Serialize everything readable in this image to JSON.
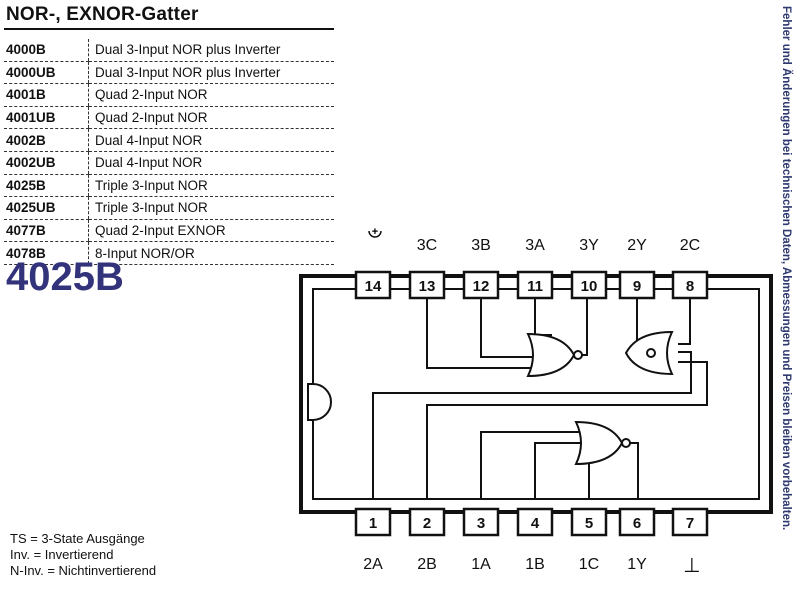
{
  "header": {
    "title": "NOR-, EXNOR-Gatter"
  },
  "table": {
    "rows": [
      {
        "code": "4000B",
        "desc": "Dual 3-Input NOR plus Inverter"
      },
      {
        "code": "4000UB",
        "desc": "Dual 3-Input NOR plus Inverter"
      },
      {
        "code": "4001B",
        "desc": "Quad 2-Input NOR"
      },
      {
        "code": "4001UB",
        "desc": "Quad 2-Input NOR"
      },
      {
        "code": "4002B",
        "desc": "Dual 4-Input NOR"
      },
      {
        "code": "4002UB",
        "desc": "Dual 4-Input NOR"
      },
      {
        "code": "4025B",
        "desc": "Triple 3-Input NOR"
      },
      {
        "code": "4025UB",
        "desc": "Triple 3-Input NOR"
      },
      {
        "code": "4077B",
        "desc": "Quad 2-Input EXNOR"
      },
      {
        "code": "4078B",
        "desc": "8-Input NOR/OR"
      }
    ]
  },
  "part_title": "4025B",
  "side_note": "Fehler und Änderungen bei technischen Daten, Abmessungen und Preisen bleiben vorbehalten.",
  "legend": [
    "TS = 3-State Ausgänge",
    "Inv. = Invertierend",
    "N-Inv. =  Nichtinvertierend"
  ],
  "ic": {
    "supply_symbol": "+",
    "ground_symbol": "⊥",
    "top_pins": [
      {
        "num": "14",
        "label": ""
      },
      {
        "num": "13",
        "label": "3C"
      },
      {
        "num": "12",
        "label": "3B"
      },
      {
        "num": "11",
        "label": "3A"
      },
      {
        "num": "10",
        "label": "3Y"
      },
      {
        "num": "9",
        "label": "2Y"
      },
      {
        "num": "8",
        "label": "2C"
      }
    ],
    "bottom_pins": [
      {
        "num": "1",
        "label": "2A"
      },
      {
        "num": "2",
        "label": "2B"
      },
      {
        "num": "3",
        "label": "1A"
      },
      {
        "num": "4",
        "label": "1B"
      },
      {
        "num": "5",
        "label": "1C"
      },
      {
        "num": "6",
        "label": "1Y"
      },
      {
        "num": "7",
        "label": ""
      }
    ]
  },
  "colors": {
    "title_blue": "#32337a",
    "side_note_blue": "#2f3a70"
  }
}
